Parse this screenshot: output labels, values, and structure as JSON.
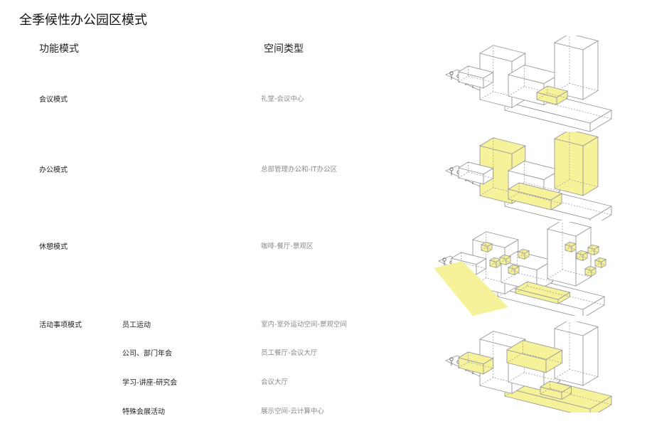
{
  "title": "全季候性办公园区模式",
  "headers": {
    "function_mode": "功能模式",
    "space_type": "空间类型"
  },
  "modes": [
    {
      "mode": "会议模式",
      "space": "礼堂-会议中心"
    },
    {
      "mode": "办公模式",
      "space": "总部管理办公和-IT办公区"
    },
    {
      "mode": "休憩模式",
      "space": "咖啡-餐厅-景观区"
    }
  ],
  "activity": {
    "mode": "活动事项模式",
    "items": [
      {
        "sub": "员工运动",
        "space": "室内-室外运动空间-景观空间"
      },
      {
        "sub": "公司、部门年会",
        "space": "员工餐厅-会议大厅"
      },
      {
        "sub": "学习-讲座-研究会",
        "space": "会议大厅"
      },
      {
        "sub": "特殊会展活动",
        "space": "展示空间-云计算中心"
      }
    ]
  },
  "colors": {
    "highlight": "#f6f29a",
    "line": "#9a9a9a"
  }
}
